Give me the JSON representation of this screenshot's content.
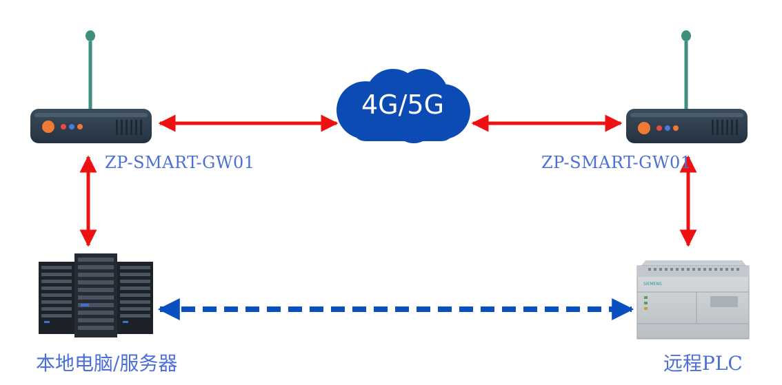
{
  "cloud": {
    "label": "4G/5G"
  },
  "gateway_left": {
    "label": "ZP-SMART-GW01"
  },
  "gateway_right": {
    "label": "ZP-SMART-GW01"
  },
  "server": {
    "label": "本地电脑/服务器"
  },
  "plc": {
    "label": "远程PLC",
    "brand": "SIEMENS"
  },
  "colors": {
    "red_arrow": "#ee1111",
    "blue_dashed_arrow": "#0a4fc0",
    "cloud": "#0b4bb3",
    "label_text": "#4a6fd8",
    "device_body": "#2f3f4d",
    "antenna": "#3d8f80"
  }
}
